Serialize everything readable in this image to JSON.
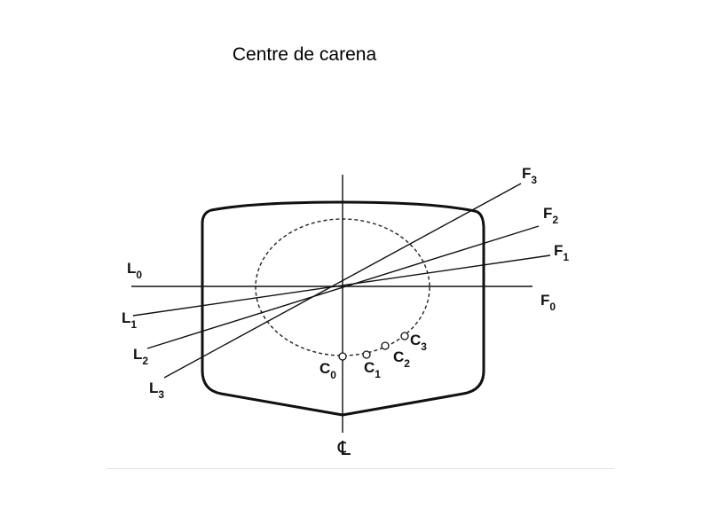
{
  "title": "Centre de carena",
  "labels": {
    "L0": {
      "main": "L",
      "sub": "0"
    },
    "L1": {
      "main": "L",
      "sub": "1"
    },
    "L2": {
      "main": "L",
      "sub": "2"
    },
    "L3": {
      "main": "L",
      "sub": "3"
    },
    "F0": {
      "main": "F",
      "sub": "0"
    },
    "F1": {
      "main": "F",
      "sub": "1"
    },
    "F2": {
      "main": "F",
      "sub": "2"
    },
    "F3": {
      "main": "F",
      "sub": "3"
    },
    "C0": {
      "main": "C",
      "sub": "0"
    },
    "C1": {
      "main": "C",
      "sub": "1"
    },
    "C2": {
      "main": "C",
      "sub": "2"
    },
    "C3": {
      "main": "C",
      "sub": "3"
    },
    "centerline": "℄"
  },
  "colors": {
    "stroke": "#111111",
    "background": "#ffffff"
  }
}
